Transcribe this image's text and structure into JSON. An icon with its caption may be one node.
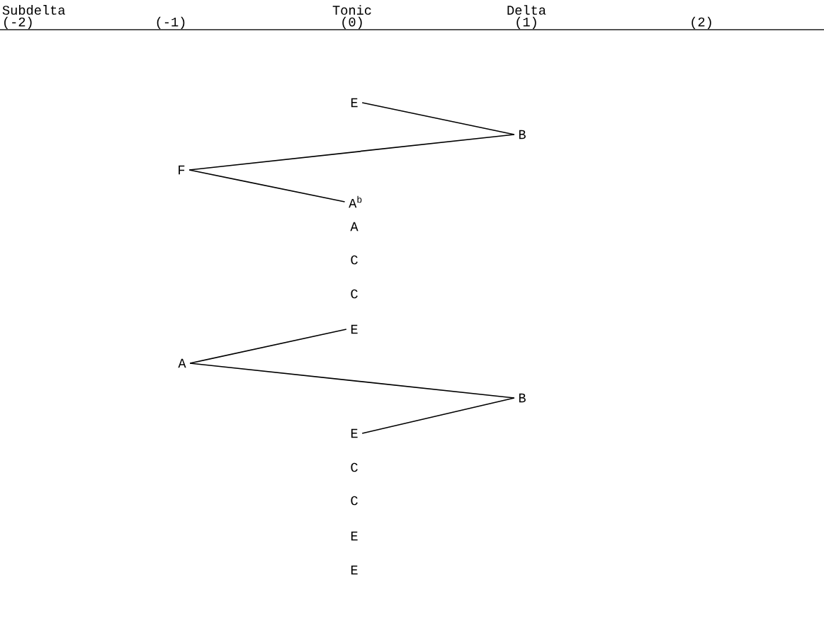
{
  "diagram": {
    "nodes": [
      {
        "text": [
          "E"
        ]
      },
      {
        "text": [
          "B"
        ]
      },
      {
        "text": [
          "F"
        ]
      },
      {
        "text": [
          "A$^{b}$"
        ]
      },
      {
        "text": [
          "E"
        ]
      },
      {
        "text": [
          "A"
        ]
      },
      {
        "text": [
          "B"
        ]
      },
      {
        "text": [
          "E"
        ]
      }
    ],
    "edges": [
      {
        "from": 0,
        "to": 1,
        "arrow": "none"
      },
      {
        "from": 1,
        "to": 2,
        "arrow": "none"
      },
      {
        "from": 2,
        "to": 3,
        "arrow": "none"
      },
      {
        "from": 4,
        "to": 5,
        "arrow": "none"
      },
      {
        "from": 5,
        "to": 6,
        "arrow": "none"
      },
      {
        "from": 6,
        "to": 7,
        "arrow": "none"
      }
    ],
    "labels": [
      "Subdelta",
      "Tonic",
      "Delta",
      "(-2)",
      "(-1)",
      "(0)",
      "(1)",
      "(2)",
      "A",
      "C",
      "C",
      "C",
      "C",
      "E",
      "E"
    ]
  }
}
